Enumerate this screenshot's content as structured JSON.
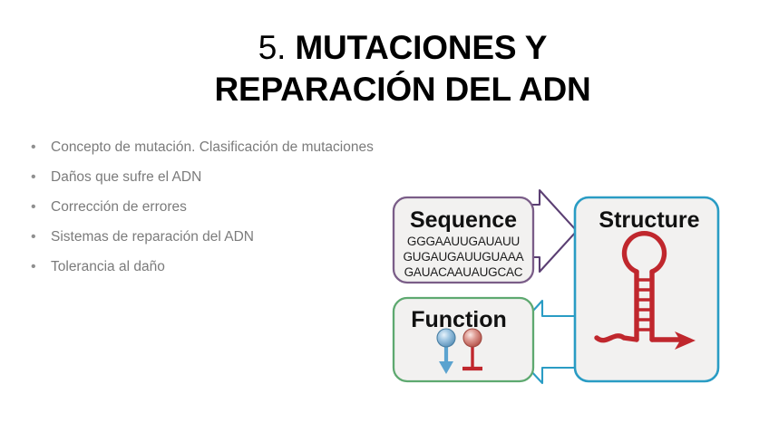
{
  "slide": {
    "title": {
      "line1_number": "5.",
      "line1_rest": " MUTACIONES Y",
      "line2": "REPARACIÓN DEL ADN"
    },
    "bullets": [
      {
        "marker": "•",
        "text": "Concepto de mutación. Clasificación de mutaciones"
      },
      {
        "marker": "•",
        "text": "Daños que sufre el ADN"
      },
      {
        "marker": "•",
        "text": "Corrección de errores"
      },
      {
        "marker": "•",
        "text": "Sistemas de reparación del ADN"
      },
      {
        "marker": "•",
        "text": "Tolerancia al daño"
      }
    ]
  },
  "diagram": {
    "sequence_box": {
      "label": "Sequence",
      "lines": [
        "GGGAAUUGAUAUU",
        "GUGAUGAUUGUAAA",
        "GAUACAAUAUGCAC"
      ],
      "border_color": "#7a5d88"
    },
    "structure_box": {
      "label": "Structure",
      "border_color": "#2a9cc4",
      "motif_color": "#c0272d"
    },
    "function_box": {
      "label": "Function",
      "border_color": "#5ea970",
      "activation_color": "#5ba3cf",
      "inhibition_color": "#c0272d"
    },
    "arrows": {
      "sequence_to_structure_color": "#5b3f73",
      "structure_to_function_color": "#2a9cc4"
    }
  }
}
